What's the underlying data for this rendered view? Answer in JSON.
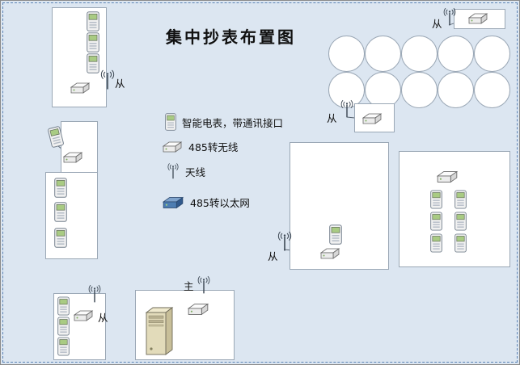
{
  "title": "集中抄表布置图",
  "labels": {
    "slave": "从",
    "master": "主"
  },
  "legend": {
    "items": [
      {
        "icon": "smart-meter-icon",
        "label": "智能电表，带通讯接口"
      },
      {
        "icon": "rs485-to-wireless-icon",
        "label": "485转无线"
      },
      {
        "icon": "antenna-icon",
        "label": "天线"
      },
      {
        "icon": "rs485-to-ethernet-icon",
        "label": "485转以太网"
      }
    ]
  },
  "colors": {
    "background": "#dce6f1",
    "dashed_border": "#5b83b5",
    "box_fill": "#ffffff",
    "meter_screen_green": "#a9cb83",
    "ethernet_device_blue": "#4d7db2"
  }
}
